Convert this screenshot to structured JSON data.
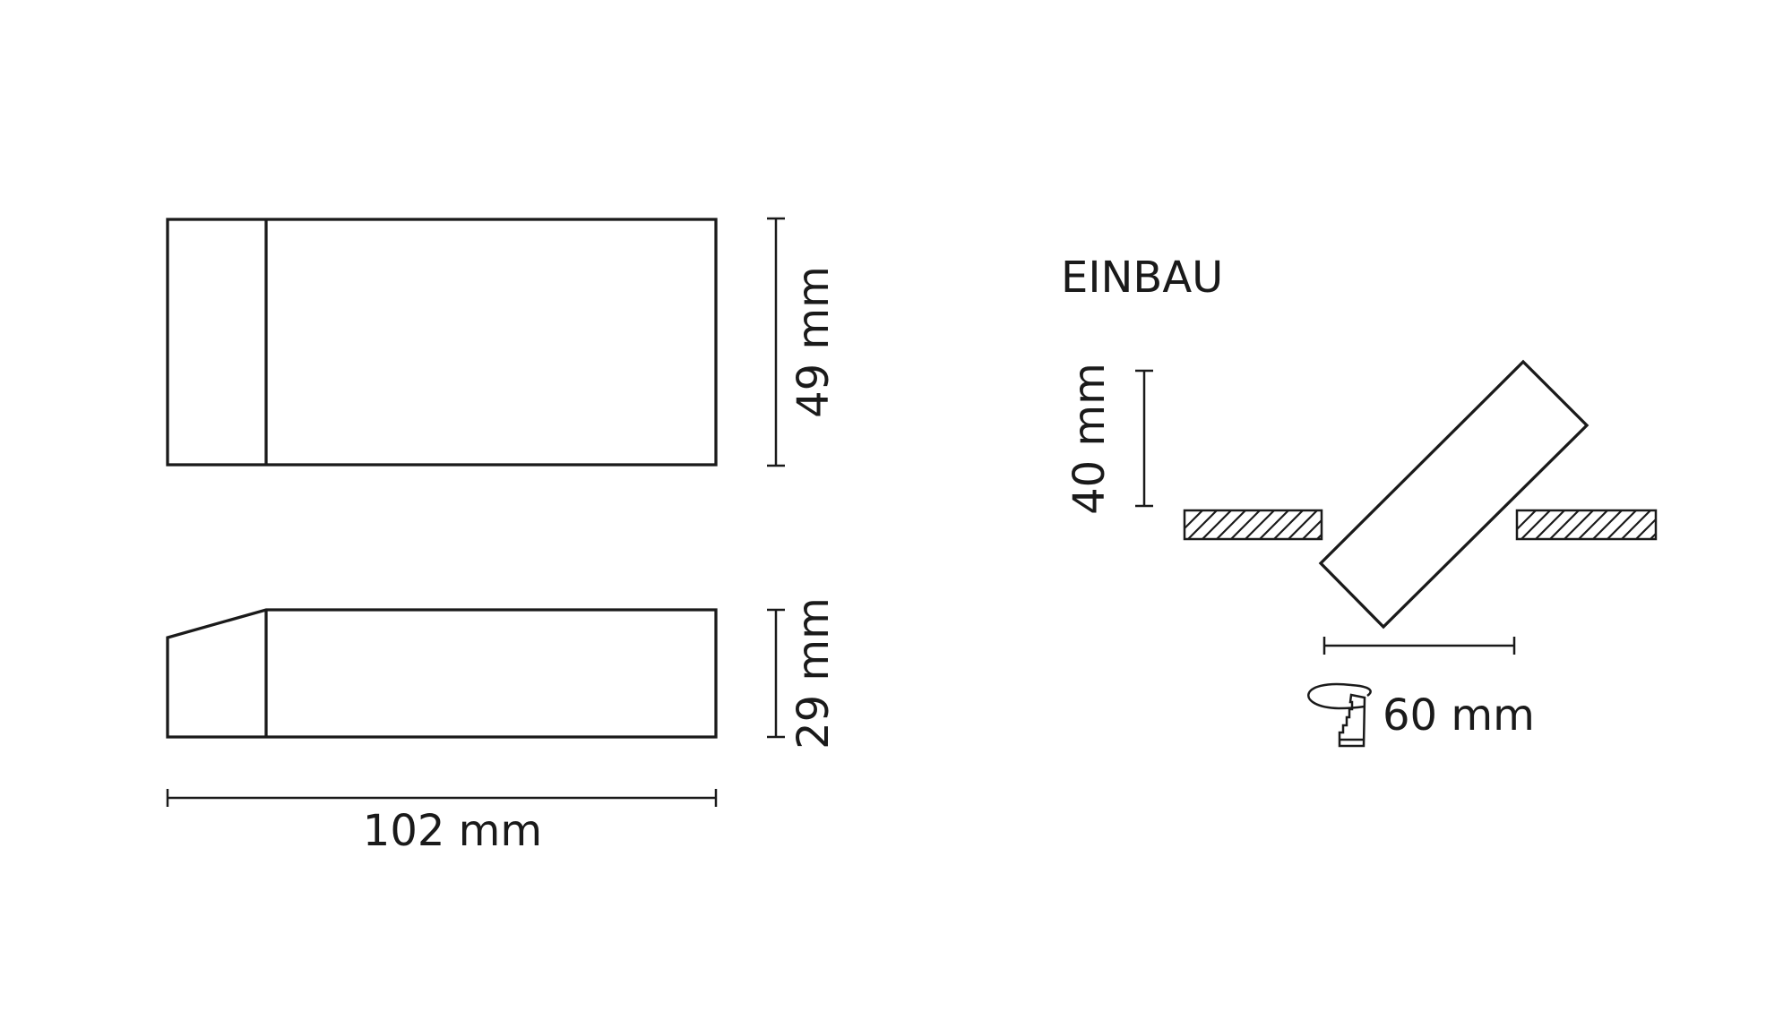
{
  "drawing": {
    "front_view": {
      "height_label": "49 mm"
    },
    "side_view": {
      "height_label": "29 mm"
    },
    "width_label": "102 mm",
    "installation": {
      "title": "EINBAU",
      "depth_label": "40 mm",
      "cutout_label": "60 mm",
      "tool_icon": "hole-saw-icon"
    },
    "colors": {
      "line": "#1a1a1a",
      "background": "#ffffff"
    }
  }
}
